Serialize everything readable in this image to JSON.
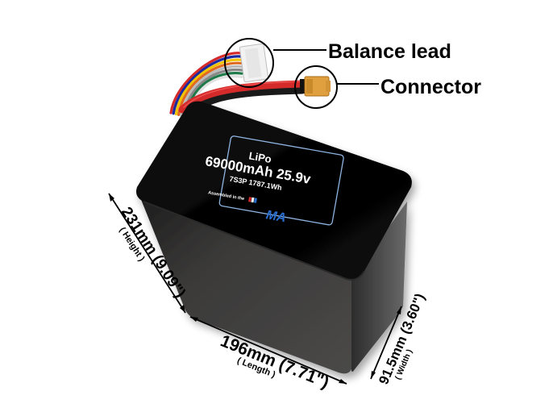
{
  "product": {
    "type": "LiPo battery pack",
    "label": {
      "chemistry": "LiPo",
      "capacity_voltage": "69000mAh 25.9v",
      "config_energy": "7S3P 1787.1Wh",
      "origin": "Assembled in the USA",
      "origin_prefix": "Assembled in the",
      "origin_flag": "USA",
      "logo": "MA"
    }
  },
  "callouts": {
    "balance_lead": "Balance lead",
    "connector": "Connector"
  },
  "dimensions": {
    "height": {
      "value": "231mm (9.09\")",
      "caption": "( Height )"
    },
    "length": {
      "value": "196mm (7.71\")",
      "caption": "( Length )"
    },
    "width": {
      "value": "91.5mm (3.60\")",
      "caption": "( Width )"
    }
  },
  "colors": {
    "battery_top": "#050505",
    "battery_side": "#3d3c3b",
    "label_border": "#8fb4e0",
    "connector": "#e0a040",
    "wire_red": "#d42a2a",
    "wire_black": "#1a1a1a",
    "logo_blue": "#2a6fd0"
  },
  "balance_wires": [
    "#d42a2a",
    "#1a2aa0",
    "#f2c400",
    "#e06a20",
    "#bbbbbb",
    "#888888",
    "#1f7a4a",
    "#e0e0e0"
  ]
}
